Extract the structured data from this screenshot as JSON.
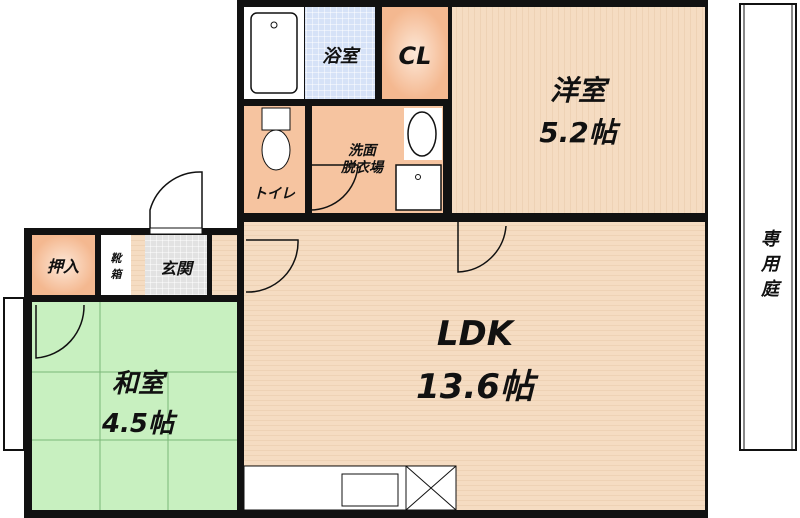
{
  "rooms": {
    "bath": "浴室",
    "closet": "CL",
    "western_name": "洋室",
    "western_size": "5.2帖",
    "toilet": "トイレ",
    "washroom_line1": "洗面",
    "washroom_line2": "脱衣場",
    "oshiire": "押入",
    "shoebox_line1": "靴",
    "shoebox_line2": "箱",
    "entrance": "玄関",
    "japanese_name": "和室",
    "japanese_size": "4.5帖",
    "ldk_name": "LDK",
    "ldk_size": "13.6帖",
    "garden": [
      "専",
      "用",
      "庭"
    ]
  },
  "colors": {
    "wall": "#111111",
    "orange_room": "#f6c4a0",
    "wood_floor": "#f5dcc2",
    "bath_tile": "#d6e2f7",
    "tatami": "#c8f0c0",
    "entrance_tile": "#e2e2e2"
  }
}
